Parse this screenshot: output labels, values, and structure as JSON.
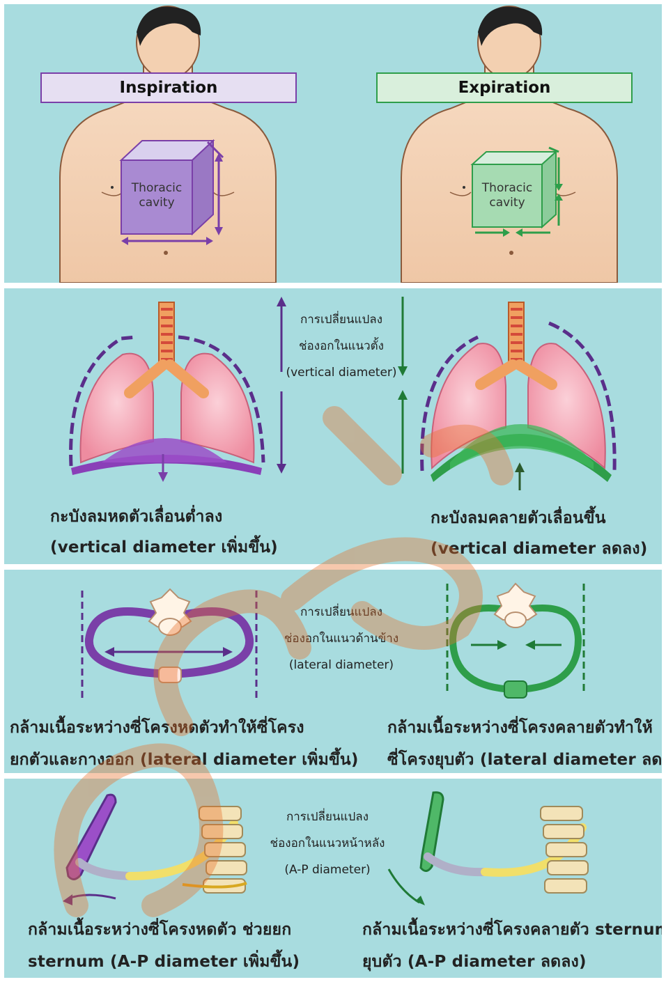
{
  "panel1": {
    "inspiration_label": "Inspiration",
    "expiration_label": "Expiration",
    "cavity_left_line1": "Thoracic",
    "cavity_left_line2": "cavity",
    "cavity_right_line1": "Thoracic",
    "cavity_right_line2": "cavity"
  },
  "panel2": {
    "mid_line1": "การเปลี่ยนแปลง",
    "mid_line2": "ช่องอกในแนวตั้ง",
    "mid_line3": "(vertical diameter)",
    "left_caption_line1": "กะบังลมหดตัวเลื่อนต่ำลง",
    "left_caption_line2": "(vertical diameter เพิ่มขึ้น)",
    "right_caption_line1": "กะบังลมคลายตัวเลื่อนขึ้น",
    "right_caption_line2": "(vertical diameter ลดลง)"
  },
  "panel3": {
    "mid_line1": "การเปลี่ยนแปลง",
    "mid_line2": "ช่องอกในแนวด้านข้าง",
    "mid_line3": "(lateral diameter)",
    "left_caption_line1": "กล้ามเนื้อระหว่างซี่โครงหดตัวทำให้ซี่โครง",
    "left_caption_line2": "ยกตัวและกางออก  (lateral diameter เพิ่มขึ้น)",
    "right_caption_line1": "กล้ามเนื้อระหว่างซี่โครงคลายตัวทำให้",
    "right_caption_line2": "ซี่โครงยุบตัว  (lateral diameter ลดลง)"
  },
  "panel4": {
    "mid_line1": "การเปลี่ยนแปลง",
    "mid_line2": "ช่องอกในแนวหน้าหลัง",
    "mid_line3": "(A-P diameter)",
    "left_caption_line1": "กล้ามเนื้อระหว่างซี่โครงหดตัว  ช่วยยก",
    "left_caption_line2": "sternum (A-P diameter เพิ่มขึ้น)",
    "right_caption_line1": "กล้ามเนื้อระหว่างซี่โครงคลายตัว  sternum",
    "right_caption_line2": "ยุบตัว  (A-P diameter ลดลง)"
  },
  "colors": {
    "panel_bg": "#a8dcdf",
    "inspiration": "#7a3fa8",
    "expiration": "#2e9e4a",
    "skin": "#f5d5b8",
    "lung": "#f4a4b4",
    "watermark": "#e8702a"
  },
  "icons": [
    "torso-icon",
    "lungs-icon",
    "rib-cross-section-icon",
    "sternum-rib-icon"
  ]
}
